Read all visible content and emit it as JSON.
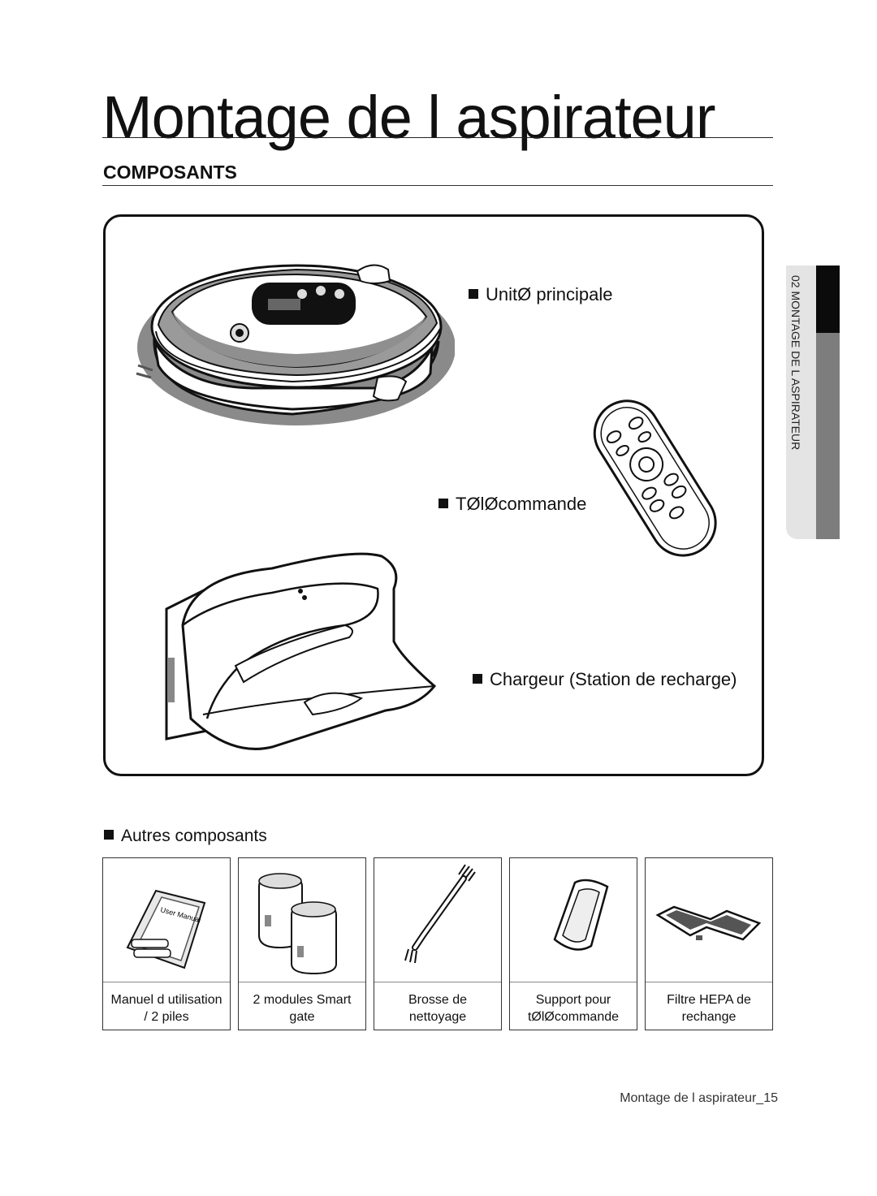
{
  "page_title": "Montage de l aspirateur",
  "section_heading": "COMPOSANTS",
  "components": {
    "main_unit": "UnitØ principale",
    "remote": "TØlØcommande",
    "charger": "Chargeur (Station de recharge)"
  },
  "other_components_label": "Autres composants",
  "accessories": [
    {
      "line1": "Manuel d utilisation",
      "line2": "/ 2 piles",
      "icon": "manual-batteries-icon"
    },
    {
      "line1": "2 modules Smart",
      "line2": "gate",
      "icon": "smart-gate-icon"
    },
    {
      "line1": "Brosse de",
      "line2": "nettoyage",
      "icon": "cleaning-brush-icon"
    },
    {
      "line1": "Support pour",
      "line2": "tØlØcommande",
      "icon": "remote-holder-icon"
    },
    {
      "line1": "Filtre HEPA de",
      "line2": "rechange",
      "icon": "hepa-filter-icon"
    }
  ],
  "manual_cover_text": "User Manual",
  "side_tab": "02  MONTAGE DE L ASPIRATEUR",
  "footer": "Montage de l aspirateur_15"
}
